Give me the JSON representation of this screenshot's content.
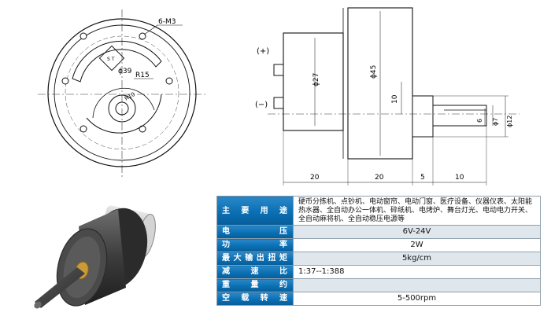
{
  "drawing": {
    "front": {
      "holes_label": "6-M3",
      "dia_label": "ϕ39",
      "radius_label": "R15",
      "small_radius_label": "R10",
      "mark_label": "S T"
    },
    "side": {
      "plus_label": "(+)",
      "minus_label": "(−)",
      "dia27": "ϕ27",
      "dia45": "ϕ45",
      "dim10_vertical": "10",
      "dia6": "6",
      "dia7": "ϕ7",
      "dia12": "ϕ12",
      "len20a": "20",
      "len20b": "20",
      "len5": "5",
      "len10": "10"
    }
  },
  "specs": [
    {
      "label": "主要用途",
      "value": "硬币分拣机、点钞机、电动窗帘、电动门窗、医疗设备、仪器仪表、太阳能热水器、全自动办公一体机、碎纸机、电烤炉、舞台灯光、电动电力开关、全自动麻将机、全自动稳压电源等",
      "align": "left"
    },
    {
      "label": "电压",
      "value": "6V-24V",
      "align": "center"
    },
    {
      "label": "功率",
      "value": "2W",
      "align": "center"
    },
    {
      "label": "最大输出扭矩",
      "value": "5kg/cm",
      "align": "center"
    },
    {
      "label": "减速比",
      "value": "1:37--1:388",
      "align": "left"
    },
    {
      "label": "重量约",
      "value": "",
      "align": "center"
    },
    {
      "label": "空载转速",
      "value": "5-500rpm",
      "align": "center"
    }
  ]
}
